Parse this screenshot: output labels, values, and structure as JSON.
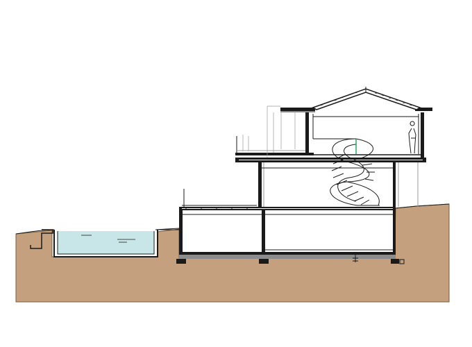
{
  "drawing": {
    "kind": "architectural-section",
    "text_labels": [],
    "colors": {
      "background": "#ffffff",
      "ground": "#c4a07e",
      "ground_edge": "#7a5c3e",
      "water": "#c8e6e8",
      "line": "#1a1a1a",
      "guide": "#9a9a9a",
      "accent": "#22aa66"
    },
    "elements": {
      "pool": "swimming-pool",
      "stair": "spiral-staircase",
      "roof": "pitched-roof",
      "figure": "human-figure"
    }
  }
}
